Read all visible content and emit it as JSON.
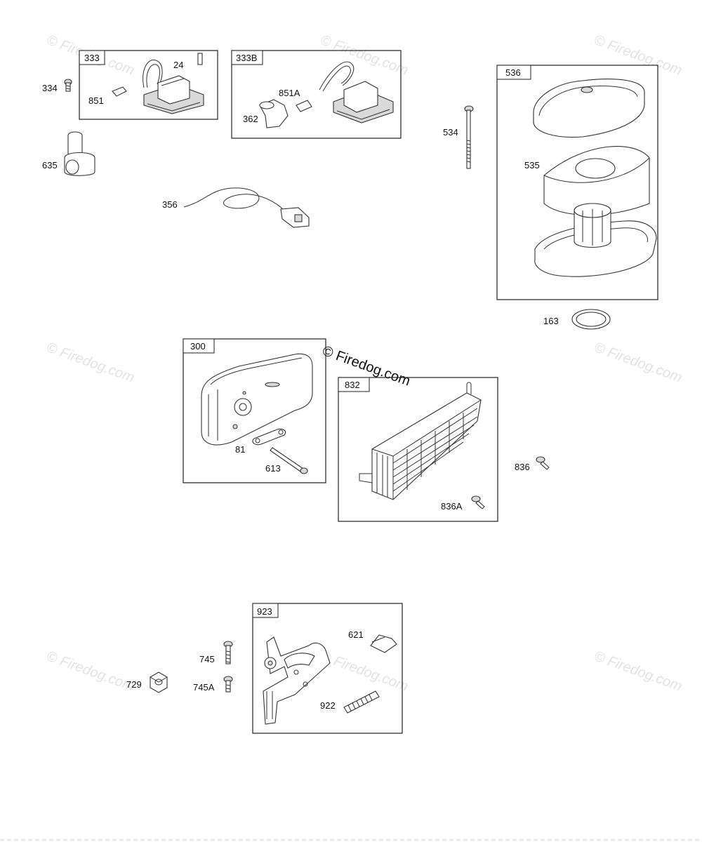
{
  "watermark": {
    "text": "© Firedog.com",
    "color": "#e2e2e2",
    "main_color": "#111111"
  },
  "groups": {
    "g333": {
      "tag": "333",
      "labels": {
        "l24": "24",
        "l851": "851"
      }
    },
    "g333b": {
      "tag": "333B",
      "labels": {
        "l851a": "851A",
        "l362": "362"
      }
    },
    "g536": {
      "tag": "536",
      "labels": {
        "l535": "535"
      }
    },
    "g300": {
      "tag": "300",
      "labels": {
        "l81": "81",
        "l613": "613"
      }
    },
    "g832": {
      "tag": "832",
      "labels": {
        "l836a": "836A"
      }
    },
    "g923": {
      "tag": "923",
      "labels": {
        "l621": "621",
        "l922": "922"
      }
    }
  },
  "loose_parts": {
    "l334": "334",
    "l635": "635",
    "l356": "356",
    "l534": "534",
    "l163": "163",
    "l836": "836",
    "l745": "745",
    "l745a": "745A",
    "l729": "729"
  }
}
